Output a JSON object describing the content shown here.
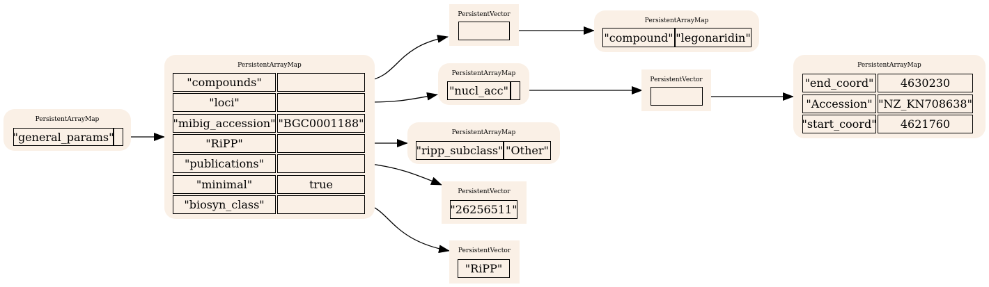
{
  "nodes": {
    "general_params_map": {
      "type_label": "PersistentArrayMap",
      "key": "\"general_params\""
    },
    "main_map": {
      "type_label": "PersistentArrayMap",
      "rows": [
        {
          "key": "\"compounds\"",
          "value": ""
        },
        {
          "key": "\"loci\"",
          "value": ""
        },
        {
          "key": "\"mibig_accession\"",
          "value": "\"BGC0001188\""
        },
        {
          "key": "\"RiPP\"",
          "value": ""
        },
        {
          "key": "\"publications\"",
          "value": ""
        },
        {
          "key": "\"minimal\"",
          "value": "true"
        },
        {
          "key": "\"biosyn_class\"",
          "value": ""
        }
      ]
    },
    "compounds_vector": {
      "type_label": "PersistentVector"
    },
    "compound_map": {
      "type_label": "PersistentArrayMap",
      "key": "\"compound\"",
      "value": "\"legonaridin\""
    },
    "loci_map": {
      "type_label": "PersistentArrayMap",
      "key": "\"nucl_acc\""
    },
    "nucl_acc_vector": {
      "type_label": "PersistentVector"
    },
    "accession_map": {
      "type_label": "PersistentArrayMap",
      "rows": [
        {
          "key": "\"end_coord\"",
          "value": "4630230"
        },
        {
          "key": "\"Accession\"",
          "value": "\"NZ_KN708638\""
        },
        {
          "key": "\"start_coord\"",
          "value": "4621760"
        }
      ]
    },
    "ripp_map": {
      "type_label": "PersistentArrayMap",
      "key": "\"ripp_subclass\"",
      "value": "\"Other\""
    },
    "publications_vector": {
      "type_label": "PersistentVector",
      "item": "\"26256511\""
    },
    "biosyn_class_vector": {
      "type_label": "PersistentVector",
      "item": "\"RiPP\""
    }
  }
}
